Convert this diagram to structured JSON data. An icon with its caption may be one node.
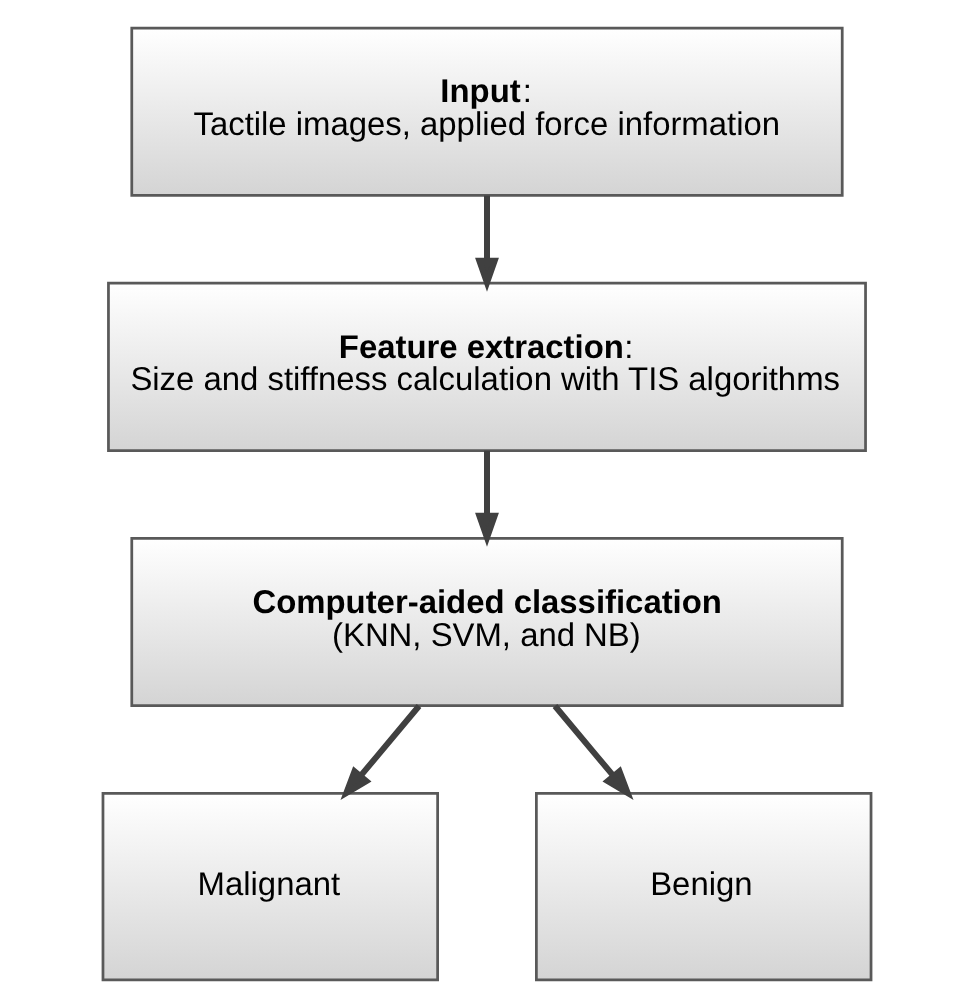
{
  "diagram": {
    "nodes": [
      {
        "text": [
          "**Input**:",
          "Tactile images, applied force information"
        ]
      },
      {
        "text": [
          "**Feature extraction**:",
          "Size and stiffness calculation with TIS algorithms"
        ]
      },
      {
        "text": [
          "**Computer-aided classification**",
          "(KNN, SVM, and NB)"
        ]
      },
      {
        "text": [
          "Malignant"
        ]
      },
      {
        "text": [
          "Benign"
        ]
      }
    ],
    "edges": [
      {
        "from": 0,
        "to": 1,
        "arrow": "to"
      },
      {
        "from": 1,
        "to": 2,
        "arrow": "to"
      },
      {
        "from": 2,
        "to": 3,
        "arrow": "to"
      },
      {
        "from": 2,
        "to": 4,
        "arrow": "to"
      }
    ]
  }
}
